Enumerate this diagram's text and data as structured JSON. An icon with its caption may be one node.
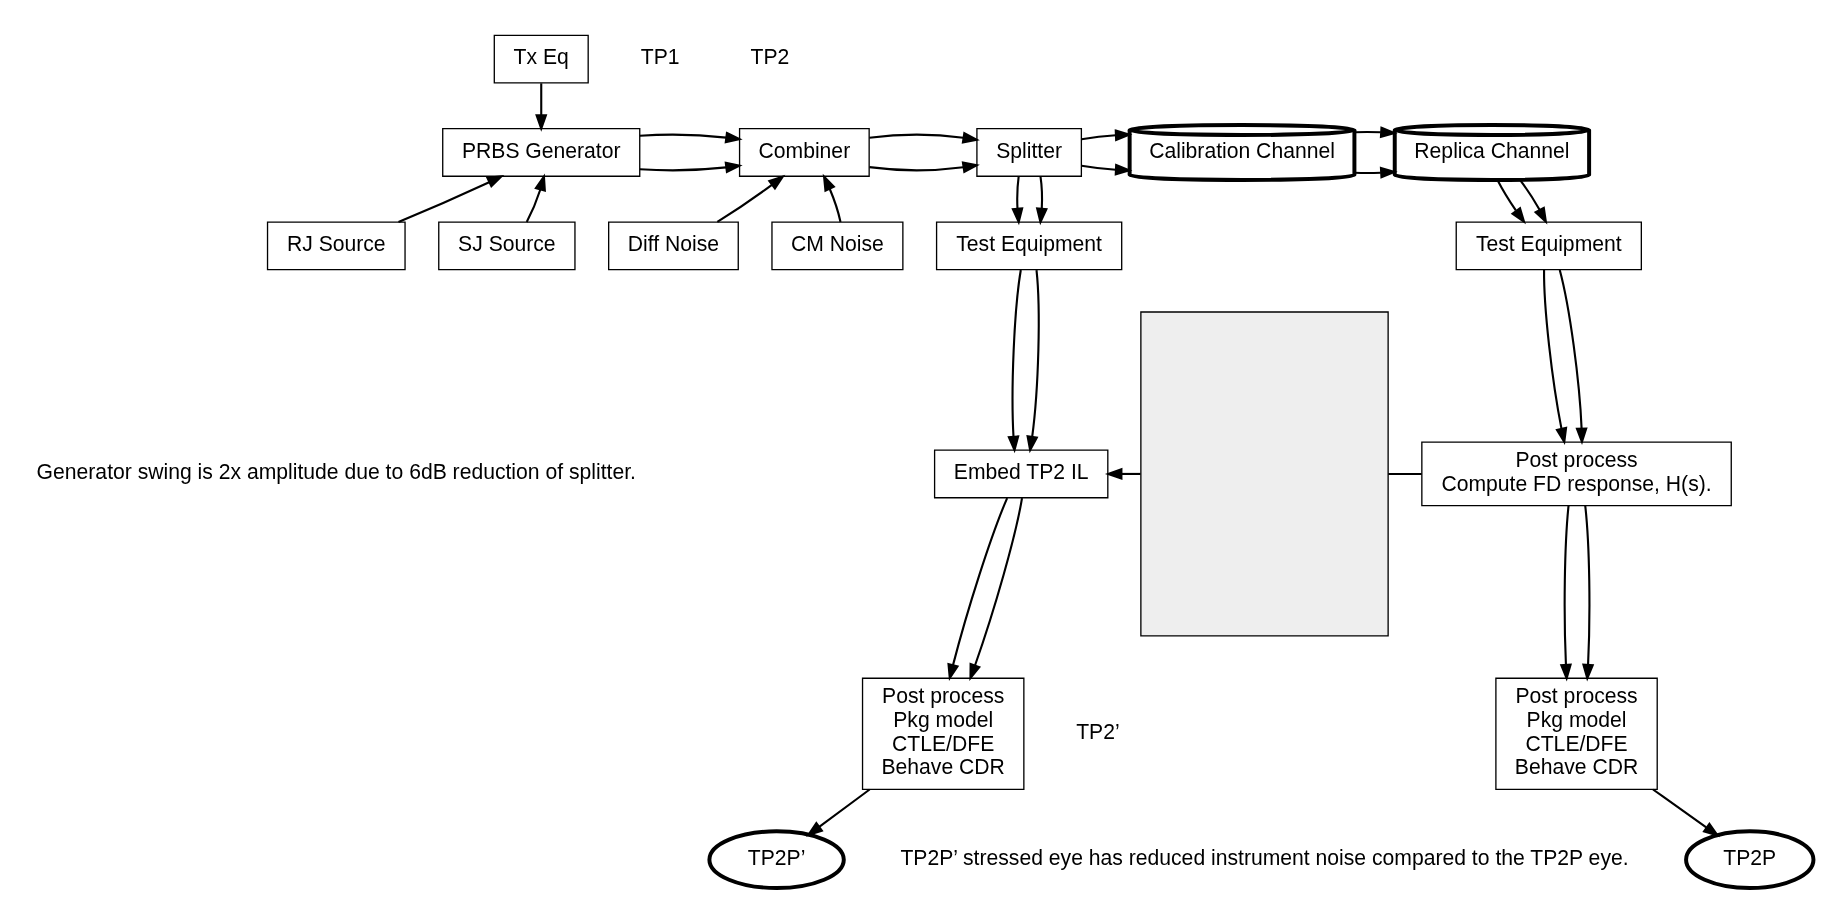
{
  "diagram": {
    "nodes": [
      {
        "text": [
          "Tx Eq"
        ]
      },
      {
        "text": [
          "PRBS Generator"
        ]
      },
      {
        "text": [
          "Combiner"
        ]
      },
      {
        "text": [
          "Splitter"
        ]
      },
      {
        "text": [
          "Calibration Channel"
        ]
      },
      {
        "text": [
          "Replica Channel"
        ]
      },
      {
        "text": [
          "RJ Source"
        ]
      },
      {
        "text": [
          "SJ Source"
        ]
      },
      {
        "text": [
          "Diff Noise"
        ]
      },
      {
        "text": [
          "CM Noise"
        ]
      },
      {
        "text": [
          "Test Equipment"
        ]
      },
      {
        "text": [
          "Embed TP2 IL"
        ]
      },
      {
        "text": [
          "Post process",
          "Pkg model",
          "CTLE/DFE",
          "Behave CDR"
        ]
      },
      {
        "text": [
          "TP2P’"
        ]
      },
      {
        "text": [],
        "shape": "box"
      },
      {
        "text": [
          "Test Equipment"
        ]
      },
      {
        "text": [
          "Post process",
          "Compute FD response, H(s)."
        ]
      },
      {
        "text": [
          "Post process",
          "Pkg model",
          "CTLE/DFE",
          "Behave CDR"
        ]
      },
      {
        "text": [
          "TP2P"
        ]
      }
    ],
    "edges": [
      {
        "from": 0,
        "to": 1,
        "arrow": "to"
      },
      {
        "from": 1,
        "to": 2,
        "arrow": "to"
      },
      {
        "from": 1,
        "to": 2,
        "arrow": "to"
      },
      {
        "from": 2,
        "to": 3,
        "arrow": "to"
      },
      {
        "from": 2,
        "to": 3,
        "arrow": "to"
      },
      {
        "from": 3,
        "to": 4,
        "arrow": "to"
      },
      {
        "from": 3,
        "to": 4,
        "arrow": "to"
      },
      {
        "from": 4,
        "to": 5,
        "arrow": "to"
      },
      {
        "from": 4,
        "to": 5,
        "arrow": "to"
      },
      {
        "from": 6,
        "to": 1,
        "arrow": "to"
      },
      {
        "from": 7,
        "to": 1,
        "arrow": "to"
      },
      {
        "from": 8,
        "to": 2,
        "arrow": "to"
      },
      {
        "from": 9,
        "to": 2,
        "arrow": "to"
      },
      {
        "from": 3,
        "to": 10,
        "arrow": "to"
      },
      {
        "from": 3,
        "to": 10,
        "arrow": "to"
      },
      {
        "from": 10,
        "to": 11,
        "arrow": "to"
      },
      {
        "from": 10,
        "to": 11,
        "arrow": "to"
      },
      {
        "from": 11,
        "to": 12,
        "arrow": "to"
      },
      {
        "from": 11,
        "to": 12,
        "arrow": "to"
      },
      {
        "from": 12,
        "to": 13,
        "arrow": "to"
      },
      {
        "from": 5,
        "to": 15,
        "arrow": "to"
      },
      {
        "from": 5,
        "to": 15,
        "arrow": "to"
      },
      {
        "from": 15,
        "to": 16,
        "arrow": "to"
      },
      {
        "from": 15,
        "to": 16,
        "arrow": "to"
      },
      {
        "from": 16,
        "to": 17,
        "arrow": "to"
      },
      {
        "from": 16,
        "to": 17,
        "arrow": "to"
      },
      {
        "from": 17,
        "to": 18,
        "arrow": "to"
      },
      {
        "from": 16,
        "to": 14,
        "arrow": "none"
      },
      {
        "from": 14,
        "to": 11,
        "arrow": "to"
      }
    ],
    "labels": [
      "TP1",
      "TP2",
      "TP2’",
      "Generator swing is 2x amplitude due to 6dB reduction of splitter.",
      "TP2P’ stressed eye has reduced instrument noise compared to the TP2P eye."
    ]
  }
}
